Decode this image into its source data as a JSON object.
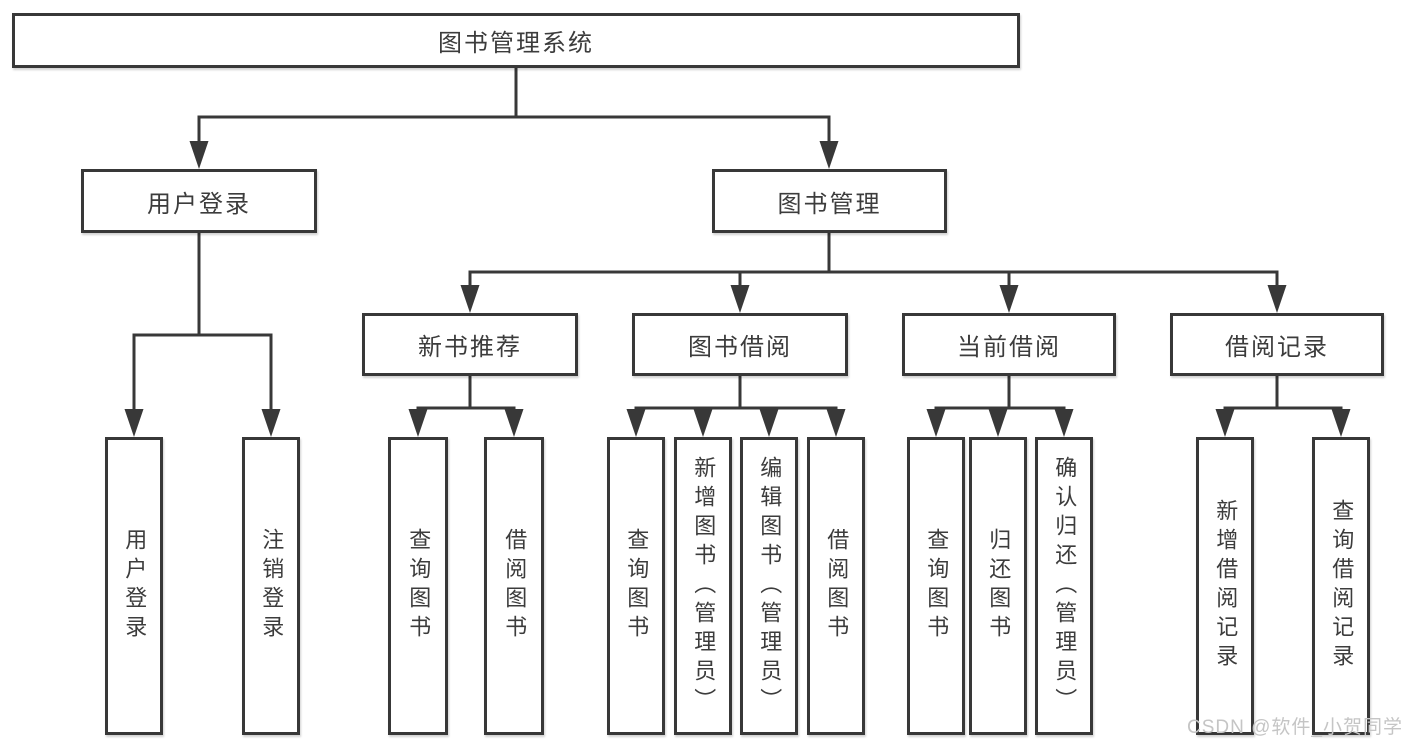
{
  "title": "图书管理系统",
  "level2": [
    {
      "label": "用户登录"
    },
    {
      "label": "图书管理"
    }
  ],
  "level3": [
    {
      "label": "新书推荐"
    },
    {
      "label": "图书借阅"
    },
    {
      "label": "当前借阅"
    },
    {
      "label": "借阅记录"
    }
  ],
  "leaves": [
    {
      "label": "用户登录"
    },
    {
      "label": "注销登录"
    },
    {
      "label": "查询图书"
    },
    {
      "label": "借阅图书"
    },
    {
      "label": "查询图书"
    },
    {
      "label": "新增图书（管理员）"
    },
    {
      "label": "编辑图书（管理员）"
    },
    {
      "label": "借阅图书"
    },
    {
      "label": "查询图书"
    },
    {
      "label": "归还图书"
    },
    {
      "label": "确认归还（管理员）"
    },
    {
      "label": "新增借阅记录"
    },
    {
      "label": "查询借阅记录"
    }
  ],
  "watermark": "CSDN @软件_小贺同学",
  "colors": {
    "line": "#383838",
    "text": "#3c3c3c",
    "watermark": "#c5c5c5",
    "background": "#ffffff"
  }
}
